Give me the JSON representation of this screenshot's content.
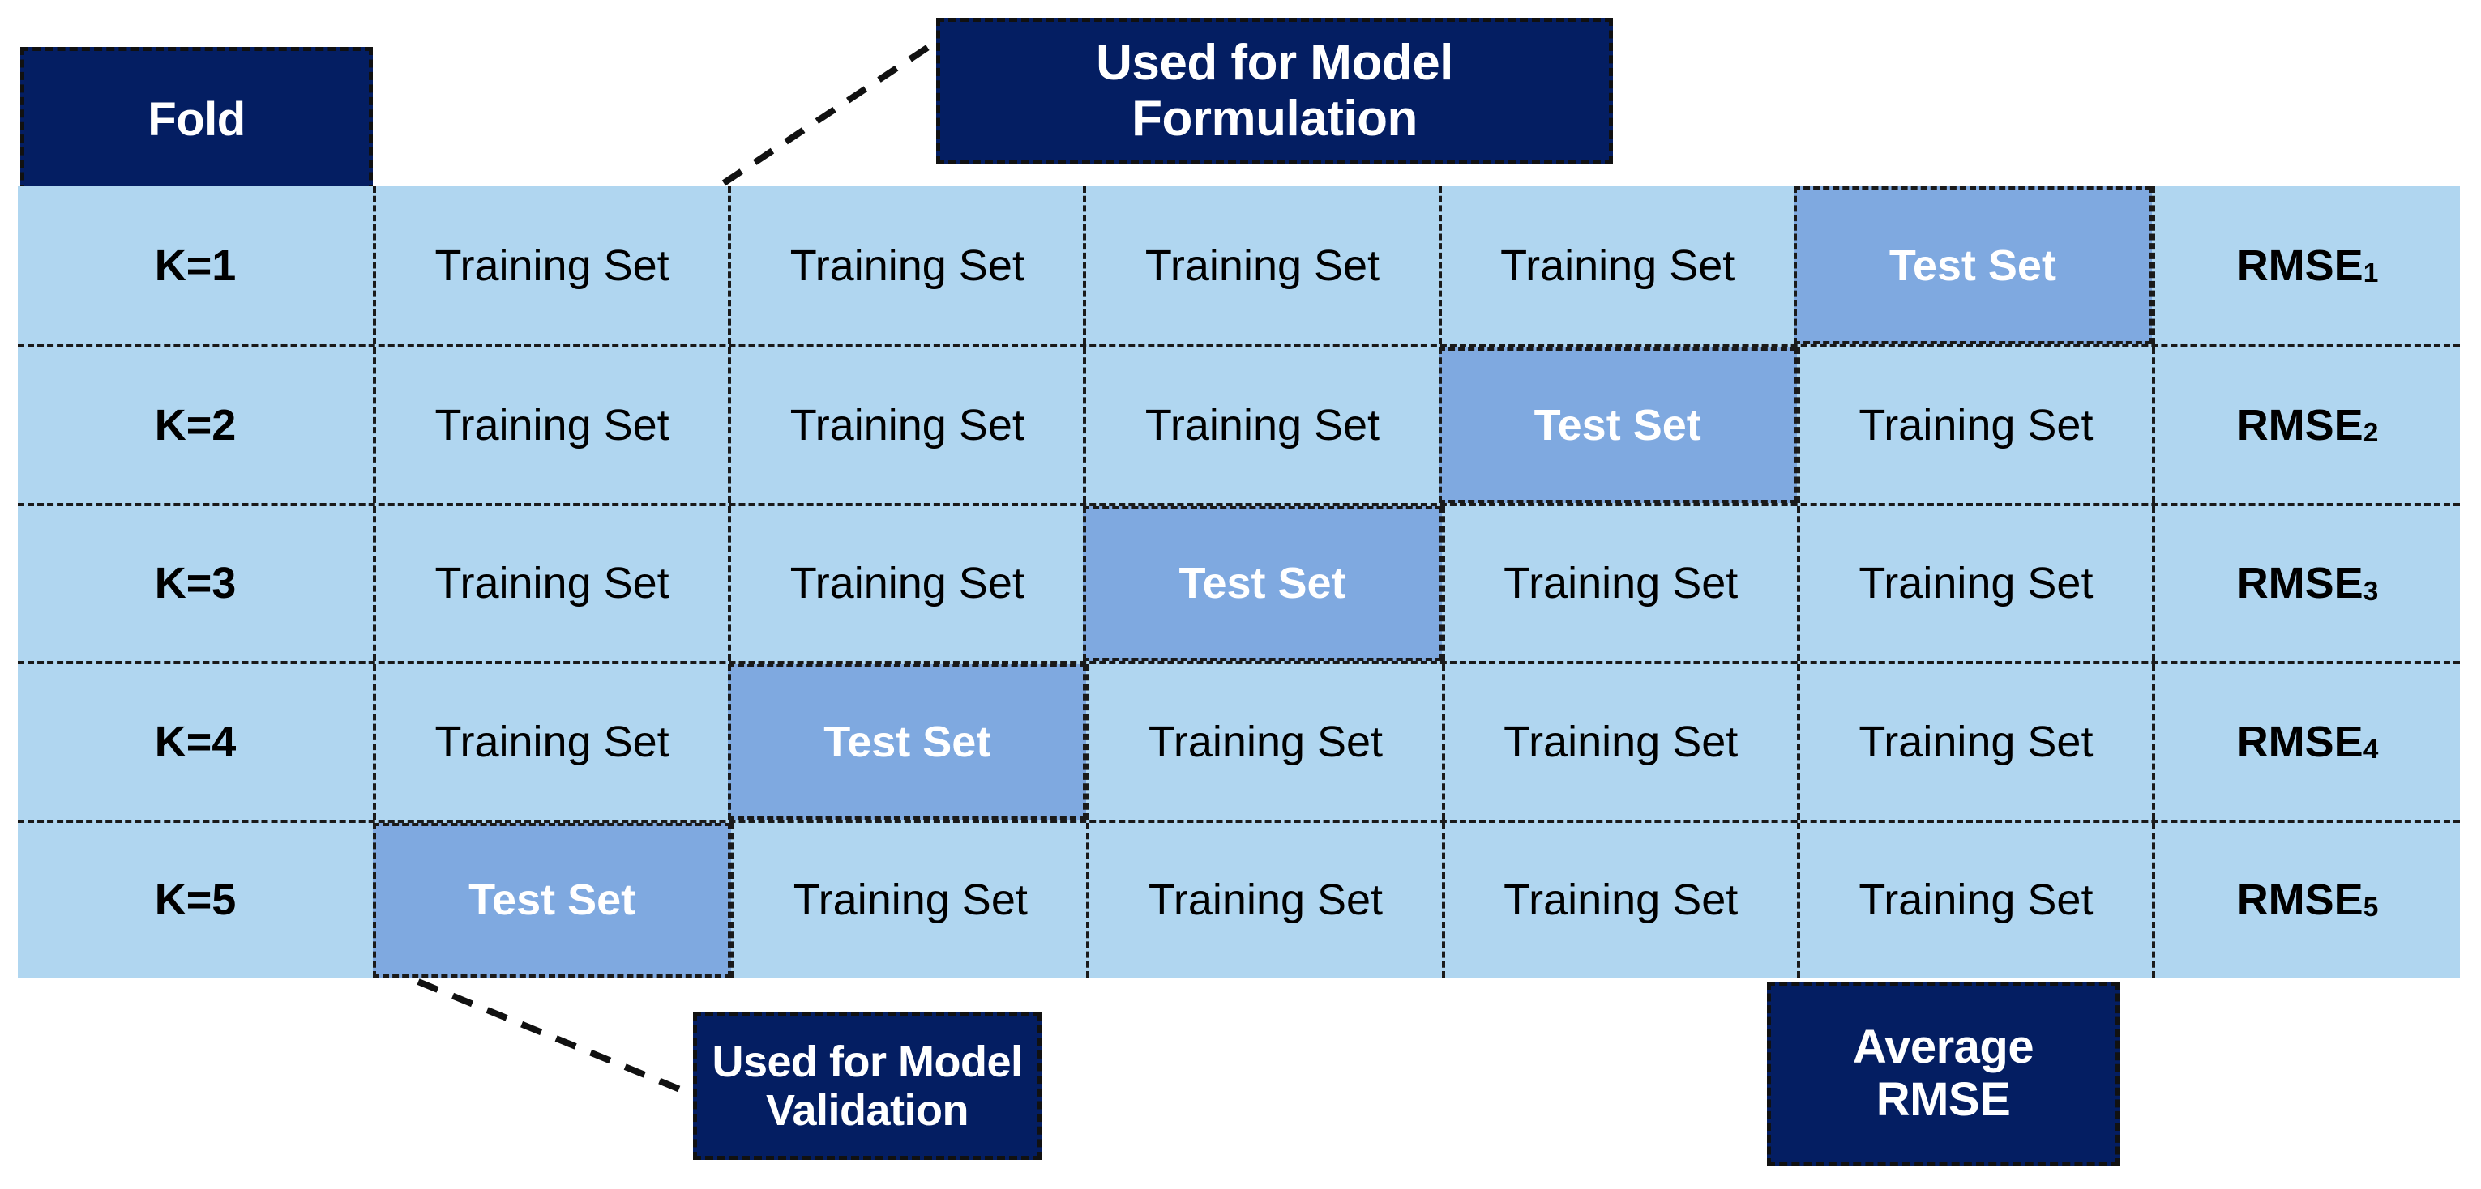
{
  "diagram": {
    "title_header": "Fold",
    "callouts": {
      "formulation": "Used for Model Formulation",
      "formulation_line1": "Used for Model",
      "formulation_line2": "Formulation",
      "validation": "Used for Model Validation",
      "validation_line1": "Used for Model",
      "validation_line2": "Validation",
      "average_line1": "Average",
      "average_line2": "RMSE"
    },
    "labels": {
      "training": "Training Set",
      "test": "Test Set",
      "rmse_base": "RMSE"
    },
    "colors": {
      "navy": "#041E62",
      "training_fill": "#B0D6F0",
      "test_fill": "#7FA9E0",
      "border": "#1a1a1a",
      "text_dark": "#000000",
      "text_light": "#ffffff"
    },
    "rows": [
      {
        "fold": "K=1",
        "cells": [
          "Training Set",
          "Training Set",
          "Training Set",
          "Training Set",
          "Test Set"
        ],
        "kinds": [
          "training",
          "training",
          "training",
          "training",
          "test"
        ],
        "rmse": "RMSE",
        "rmse_sub": "1"
      },
      {
        "fold": "K=2",
        "cells": [
          "Training Set",
          "Training Set",
          "Training Set",
          "Test Set",
          "Training Set"
        ],
        "kinds": [
          "training",
          "training",
          "training",
          "test",
          "training"
        ],
        "rmse": "RMSE",
        "rmse_sub": "2"
      },
      {
        "fold": "K=3",
        "cells": [
          "Training Set",
          "Training Set",
          "Test Set",
          "Training Set",
          "Training Set"
        ],
        "kinds": [
          "training",
          "training",
          "test",
          "training",
          "training"
        ],
        "rmse": "RMSE",
        "rmse_sub": "3"
      },
      {
        "fold": "K=4",
        "cells": [
          "Training Set",
          "Test Set",
          "Training Set",
          "Training Set",
          "Training Set"
        ],
        "kinds": [
          "training",
          "test",
          "training",
          "training",
          "training"
        ],
        "rmse": "RMSE",
        "rmse_sub": "4"
      },
      {
        "fold": "K=5",
        "cells": [
          "Test Set",
          "Training Set",
          "Training Set",
          "Training Set",
          "Training Set"
        ],
        "kinds": [
          "test",
          "training",
          "training",
          "training",
          "training"
        ],
        "rmse": "RMSE",
        "rmse_sub": "5"
      }
    ]
  }
}
